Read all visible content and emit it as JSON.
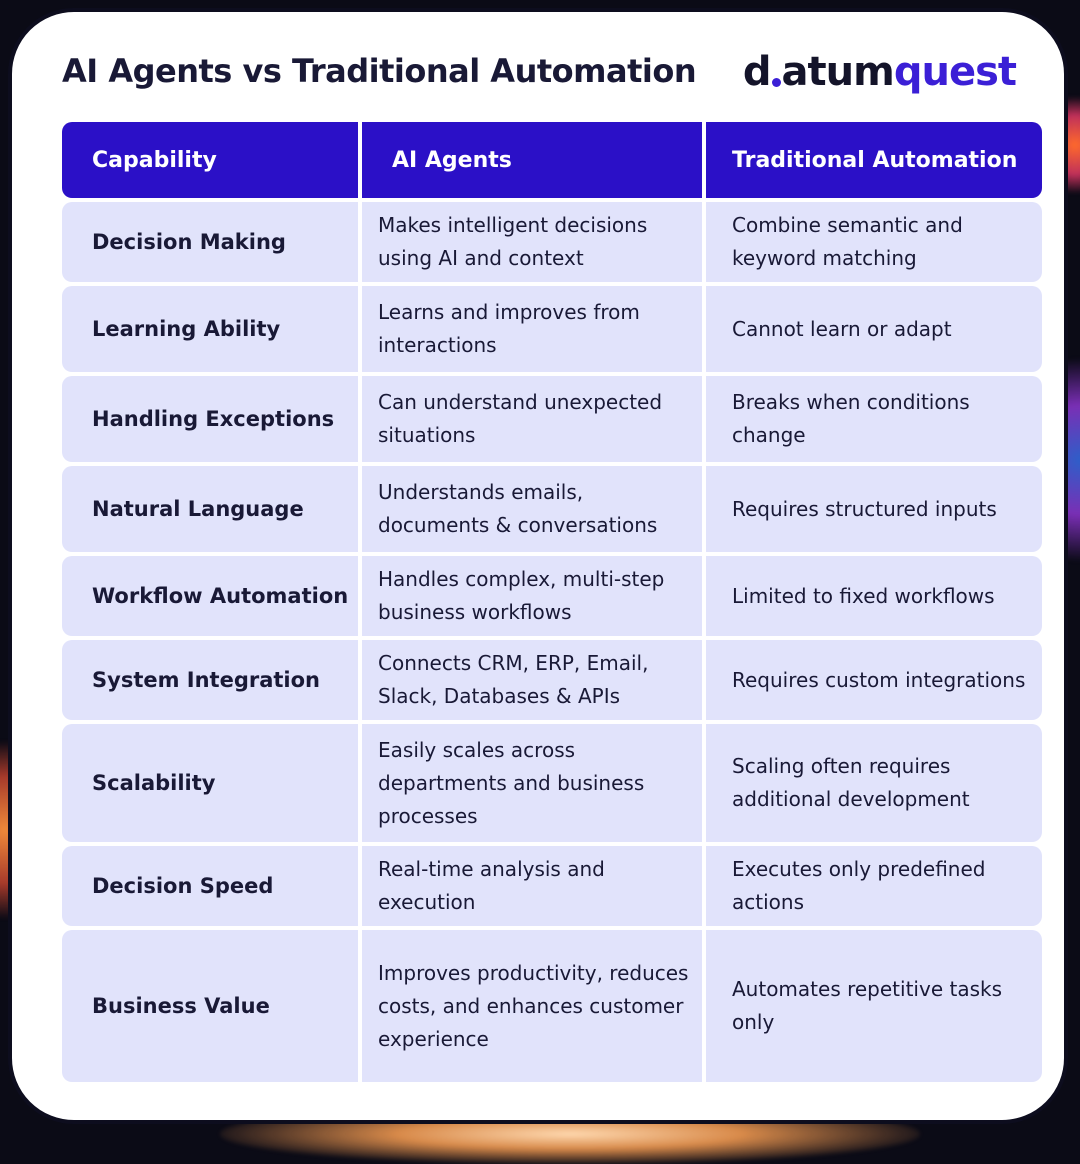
{
  "title": "AI Agents vs Traditional Automation",
  "logo": {
    "part1": "d",
    "part2": "atum",
    "part3": "quest"
  },
  "colors": {
    "header_bg": "#2b10c7",
    "row_bg": "#e1e3fb",
    "title_text": "#191936",
    "logo_accent": "#3b1fd6"
  },
  "table": {
    "headers": [
      "Capability",
      "AI Agents",
      "Traditional Automation"
    ],
    "rows": [
      {
        "capability": "Decision Making",
        "ai": "Makes intelligent decisions using AI and context",
        "traditional": "Combine semantic and keyword matching"
      },
      {
        "capability": "Learning Ability",
        "ai": "Learns and improves from interactions",
        "traditional": "Cannot learn or adapt"
      },
      {
        "capability": "Handling Exceptions",
        "ai": "Can understand unexpected situations",
        "traditional": "Breaks when conditions change"
      },
      {
        "capability": "Natural Language",
        "ai": "Understands emails, documents & conversations",
        "traditional": "Requires structured inputs"
      },
      {
        "capability": "Workflow Automation",
        "ai": "Handles complex, multi-step business workflows",
        "traditional": "Limited to fixed workflows"
      },
      {
        "capability": "System Integration",
        "ai": "Connects CRM, ERP, Email, Slack, Databases & APIs",
        "traditional": "Requires custom integrations"
      },
      {
        "capability": "Scalability",
        "ai": "Easily scales across departments and business processes",
        "traditional": "Scaling often requires additional development"
      },
      {
        "capability": "Decision Speed",
        "ai": "Real-time analysis and execution",
        "traditional": "Executes only predefined actions"
      },
      {
        "capability": "Business Value",
        "ai": "Improves productivity, reduces costs, and enhances customer experience",
        "traditional": "Automates repetitive tasks only"
      }
    ]
  }
}
